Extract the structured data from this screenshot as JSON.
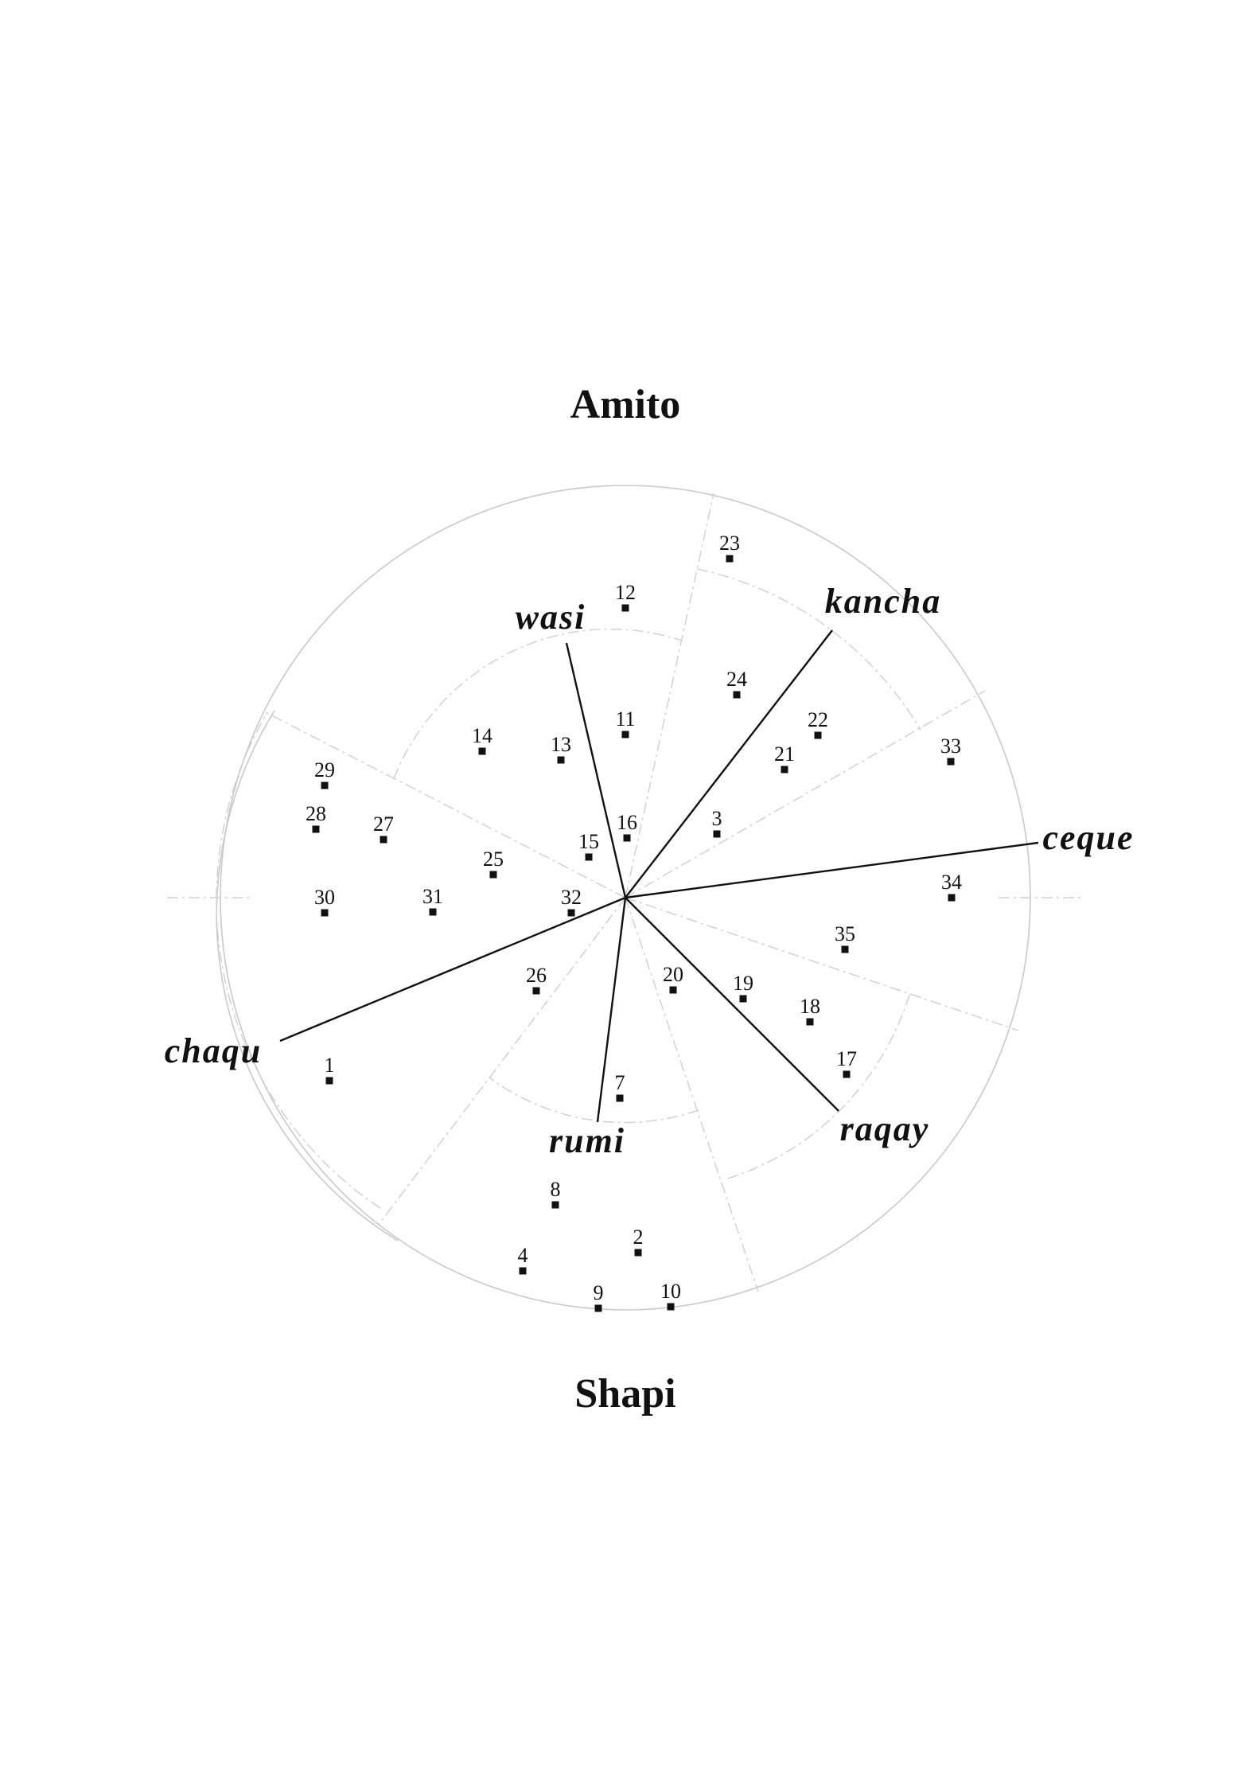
{
  "headings": {
    "top": "Amito",
    "bottom": "Shapi"
  },
  "sectors": [
    {
      "key": "wasi",
      "label": "wasi"
    },
    {
      "key": "kancha",
      "label": "kancha"
    },
    {
      "key": "ceque",
      "label": "ceque"
    },
    {
      "key": "raqay",
      "label": "raqay"
    },
    {
      "key": "rumi",
      "label": "rumi"
    },
    {
      "key": "chaqu",
      "label": "chaqu"
    }
  ],
  "points": [
    {
      "label": "1"
    },
    {
      "label": "2"
    },
    {
      "label": "3"
    },
    {
      "label": "4"
    },
    {
      "label": "7"
    },
    {
      "label": "8"
    },
    {
      "label": "9"
    },
    {
      "label": "10"
    },
    {
      "label": "11"
    },
    {
      "label": "12"
    },
    {
      "label": "13"
    },
    {
      "label": "14"
    },
    {
      "label": "15"
    },
    {
      "label": "16"
    },
    {
      "label": "17"
    },
    {
      "label": "18"
    },
    {
      "label": "19"
    },
    {
      "label": "20"
    },
    {
      "label": "21"
    },
    {
      "label": "22"
    },
    {
      "label": "23"
    },
    {
      "label": "24"
    },
    {
      "label": "25"
    },
    {
      "label": "26"
    },
    {
      "label": "27"
    },
    {
      "label": "28"
    },
    {
      "label": "29"
    },
    {
      "label": "30"
    },
    {
      "label": "31"
    },
    {
      "label": "32"
    },
    {
      "label": "33"
    },
    {
      "label": "34"
    },
    {
      "label": "35"
    }
  ]
}
